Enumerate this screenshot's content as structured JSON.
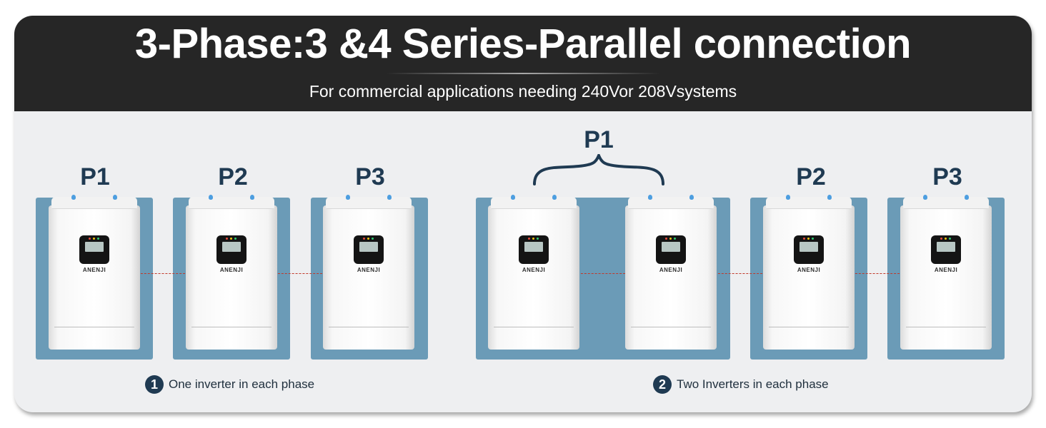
{
  "header": {
    "title": "3-Phase:3 &4 Series-Parallel connection",
    "subtitle": "For commercial applications needing 240Vor 208Vsystems"
  },
  "config1": {
    "labels": [
      "P1",
      "P2",
      "P3"
    ],
    "caption_number": "1",
    "caption": "One inverter in each phase"
  },
  "config2": {
    "labels": [
      "P1",
      "P2",
      "P3"
    ],
    "caption_number": "2",
    "caption": "Two Inverters in each phase"
  },
  "inverter": {
    "brand": "ANENJI"
  },
  "colors": {
    "phase_box": "#6b9bb7",
    "label": "#1f3a52",
    "connection": "#c0392b",
    "header": "#262626"
  }
}
